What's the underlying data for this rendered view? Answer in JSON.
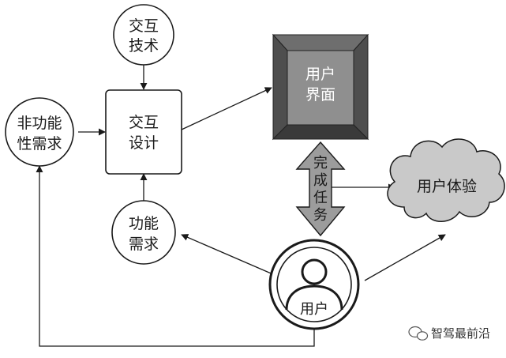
{
  "nodes": {
    "interaction_tech": [
      "交互",
      "技术"
    ],
    "interaction_design": [
      "交互",
      "设计"
    ],
    "nonfunctional_req": [
      "非功能",
      "性需求"
    ],
    "functional_req": [
      "功能",
      "需求"
    ],
    "user_interface": [
      "用户",
      "界面"
    ],
    "complete_task": [
      "完",
      "成",
      "任",
      "务"
    ],
    "user_experience": "用户体验",
    "user": "用户"
  },
  "watermark": "智驾最前沿",
  "colors": {
    "ink": "#1a1a1a",
    "bevel_top": "#6e6e6e",
    "bevel_side": "#4e4e4e",
    "bevel_bottom": "#3a3a3a",
    "face": "#8f8f8f",
    "arrow_fill": "#9c9c9c",
    "cloud_fill": "#c9c9c9"
  }
}
